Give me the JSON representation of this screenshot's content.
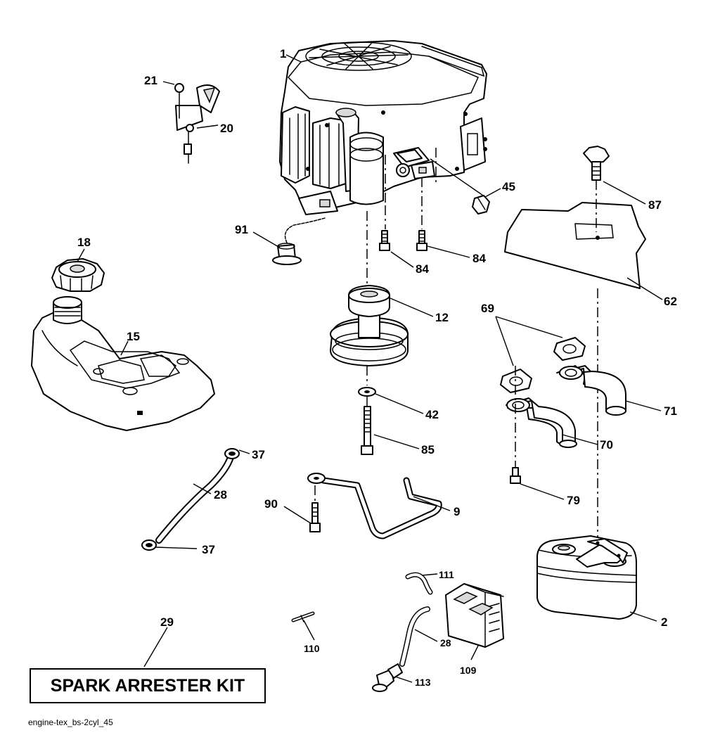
{
  "callouts": {
    "c1": "1",
    "c21": "21",
    "c20": "20",
    "c91": "91",
    "c18": "18",
    "c15": "15",
    "c45": "45",
    "c87": "87",
    "c84a": "84",
    "c84b": "84",
    "c62": "62",
    "c12": "12",
    "c69": "69",
    "c42": "42",
    "c71": "71",
    "c85": "85",
    "c70": "70",
    "c37a": "37",
    "c28a": "28",
    "c90": "90",
    "c9": "9",
    "c79": "79",
    "c37b": "37",
    "c111": "111",
    "c2": "2",
    "c29": "29",
    "c28b": "28",
    "c110": "110",
    "c109": "109",
    "c113": "113"
  },
  "kit_label": "SPARK ARRESTER KIT",
  "caption": "engine-tex_bs-2cyl_45"
}
